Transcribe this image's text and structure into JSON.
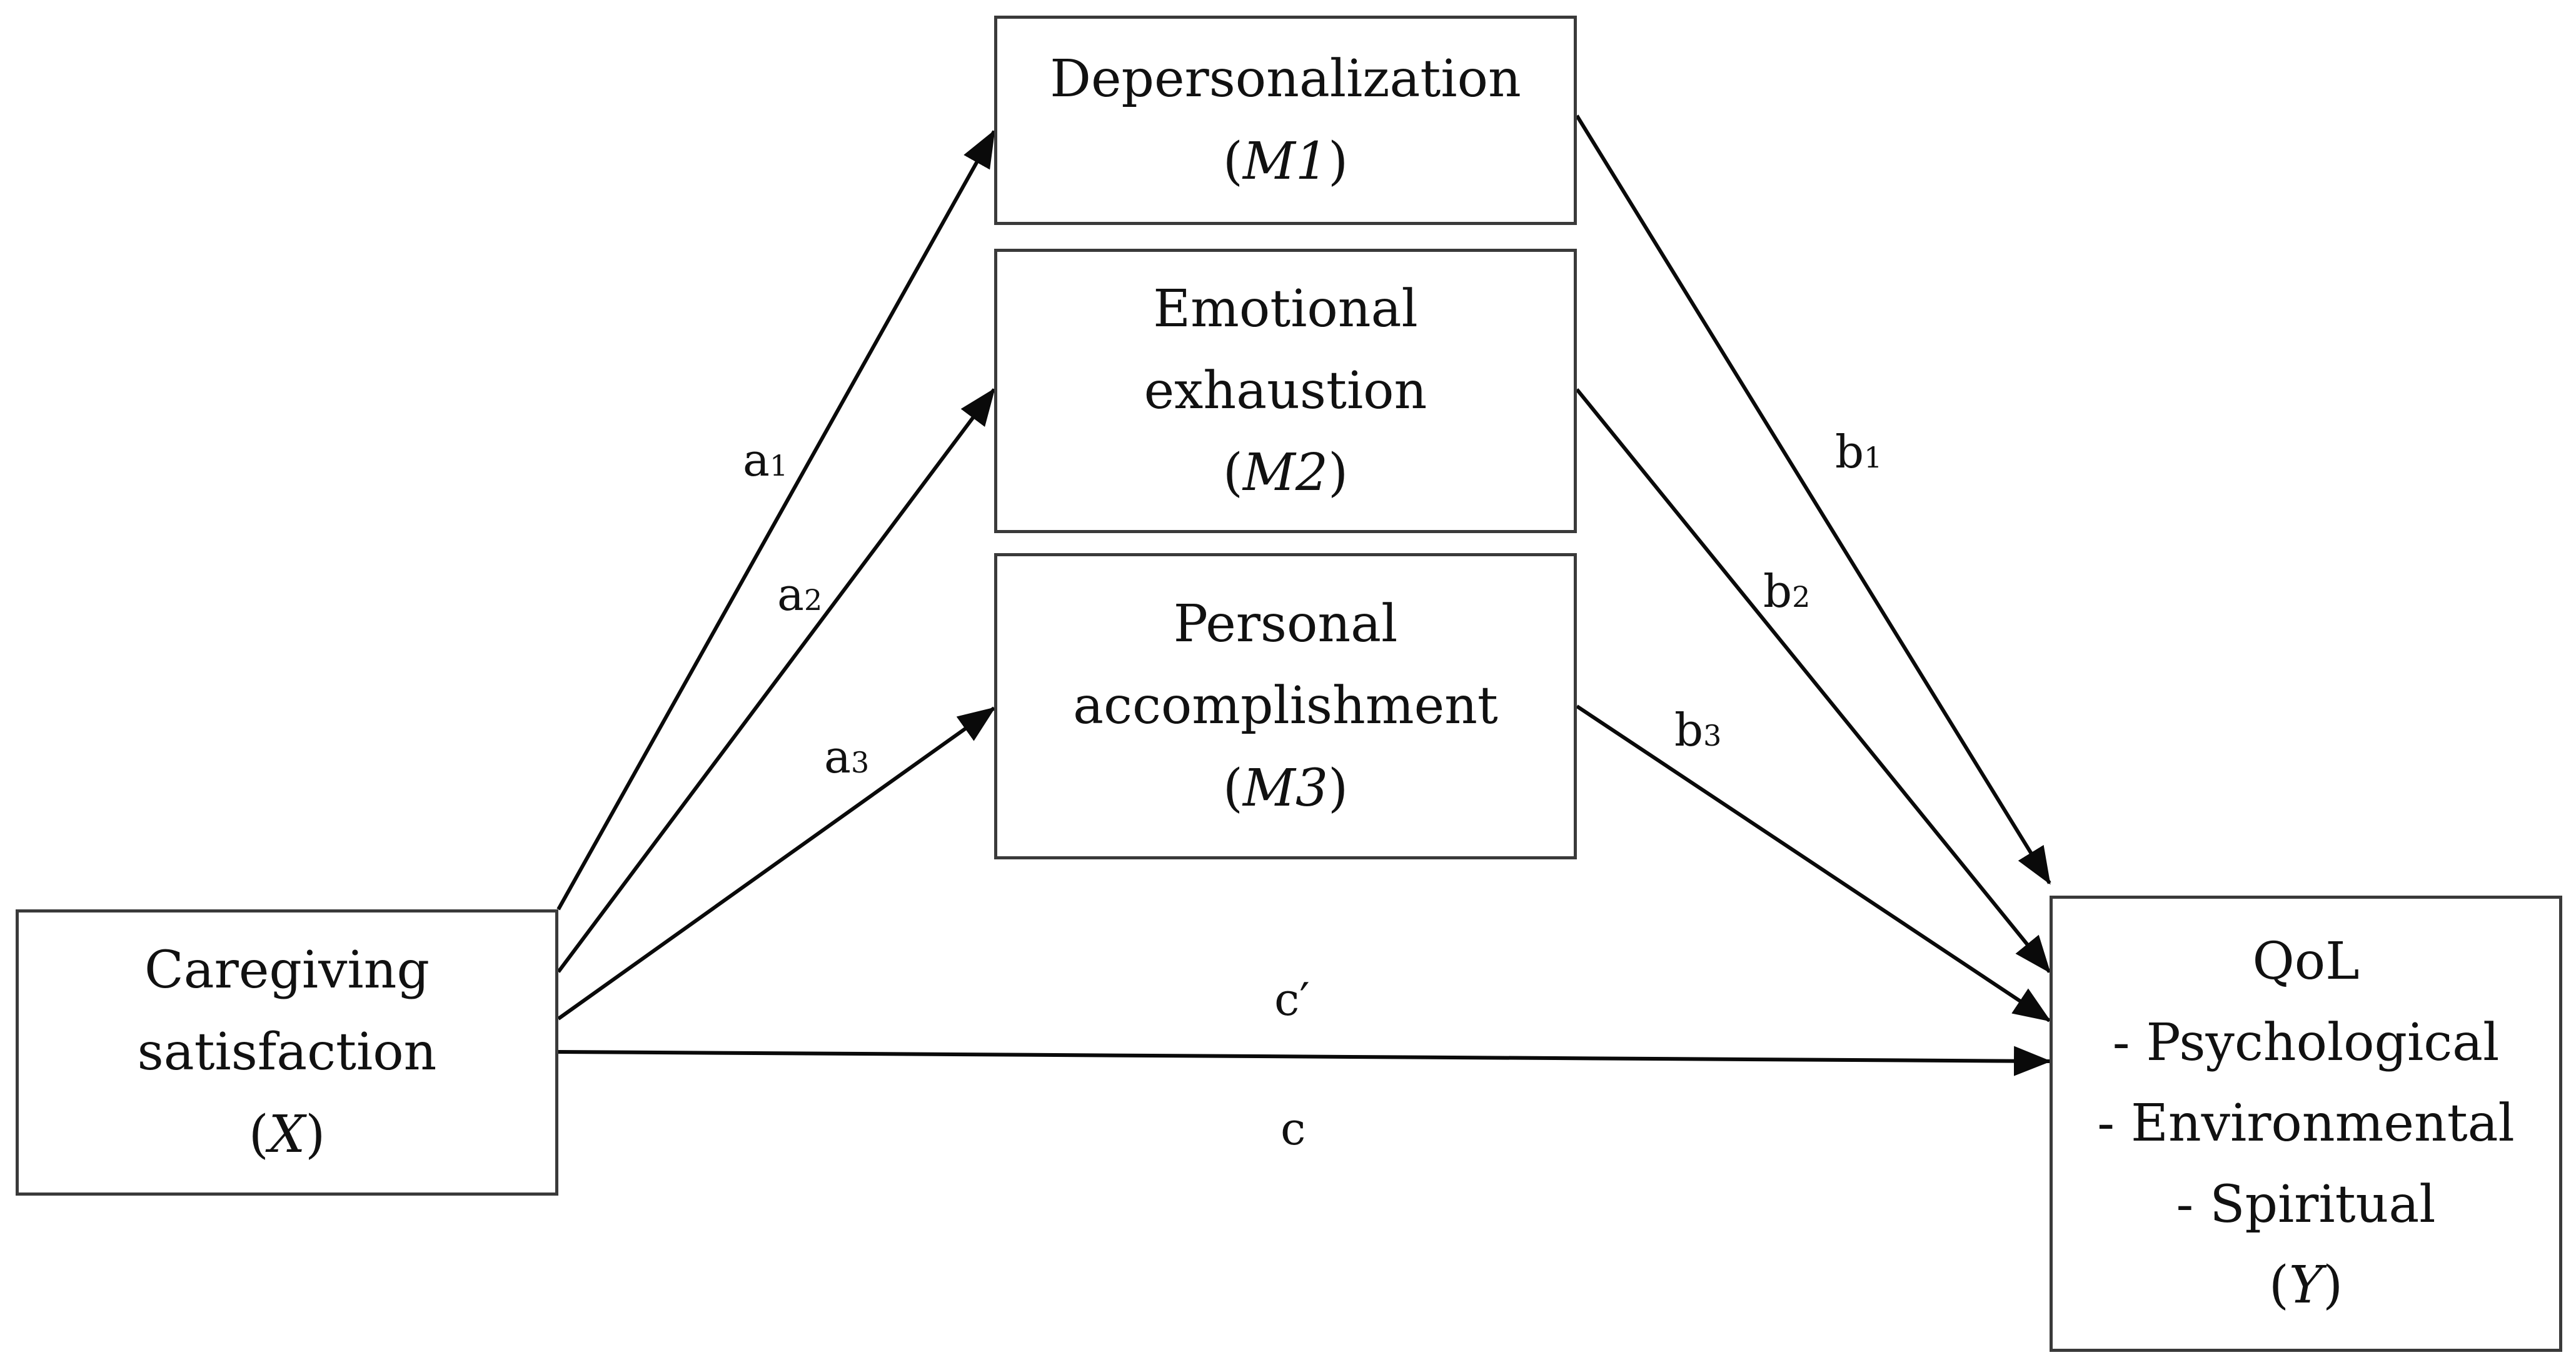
{
  "nodes": {
    "x": {
      "line1": "Caregiving",
      "line2": "satisfaction",
      "var_open": "(",
      "var": "X",
      "var_close": ")"
    },
    "m1": {
      "line1": "Depersonalization",
      "var_open": "(",
      "var": "M1",
      "var_close": ")"
    },
    "m2": {
      "line1": "Emotional",
      "line2": "exhaustion",
      "var_open": "(",
      "var": "M2",
      "var_close": ")"
    },
    "m3": {
      "line1": "Personal",
      "line2": "accomplishment",
      "var_open": "(",
      "var": "M3",
      "var_close": ")"
    },
    "y": {
      "line1": "QoL",
      "line2": "- Psychological",
      "line3": "- Environmental",
      "line4": "- Spiritual",
      "var_open": "(",
      "var": "Y",
      "var_close": ")"
    }
  },
  "paths": {
    "a1": {
      "base": "a",
      "sub": "1"
    },
    "a2": {
      "base": "a",
      "sub": "2"
    },
    "a3": {
      "base": "a",
      "sub": "3"
    },
    "b1": {
      "base": "b",
      "sub": "1"
    },
    "b2": {
      "base": "b",
      "sub": "2"
    },
    "b3": {
      "base": "b",
      "sub": "3"
    },
    "c_prime": "c′",
    "c": "c"
  },
  "colors": {
    "line": "#0a0a0a",
    "box_border": "#3a3a3a",
    "text": "#111111",
    "background": "#ffffff"
  }
}
